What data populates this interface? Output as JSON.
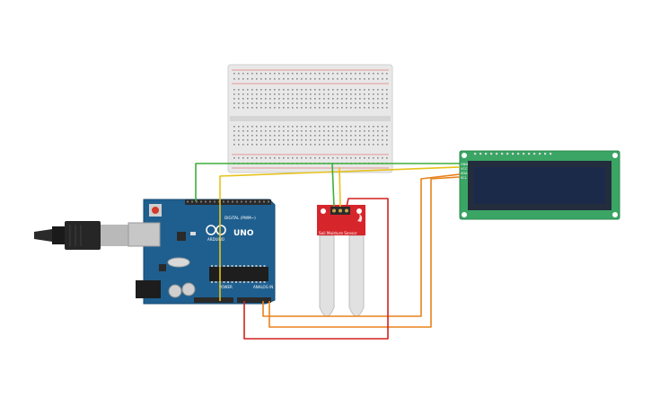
{
  "arduino": {
    "brand": "ARDUINO",
    "model": "UNO",
    "digital_header_label": "DIGITAL (PWM~)",
    "power_label": "POWER",
    "analog_label": "ANALOG IN",
    "body_color": "#1f5f8f",
    "icons": [
      "usb-plug-icon",
      "reset-button-icon",
      "atmega-chip-icon",
      "dc-jack-icon",
      "capacitor-icon",
      "infinity-logo-icon"
    ]
  },
  "sensor": {
    "label": "Soil Moisture Sensor",
    "board_color": "#d6262b",
    "probe_color": "#e1e1e1"
  },
  "lcd": {
    "pin_labels": [
      "GND",
      "VCC",
      "SDA",
      "SCL"
    ],
    "frame_color": "#3aa564",
    "screen_color": "#1c2a4a"
  },
  "breadboard": {
    "body_color": "#e6e6e6"
  },
  "wire_colors": {
    "green": "#3eaf3a",
    "yellow": "#e7c21c",
    "orange": "#e8821c",
    "red": "#d4201e"
  }
}
